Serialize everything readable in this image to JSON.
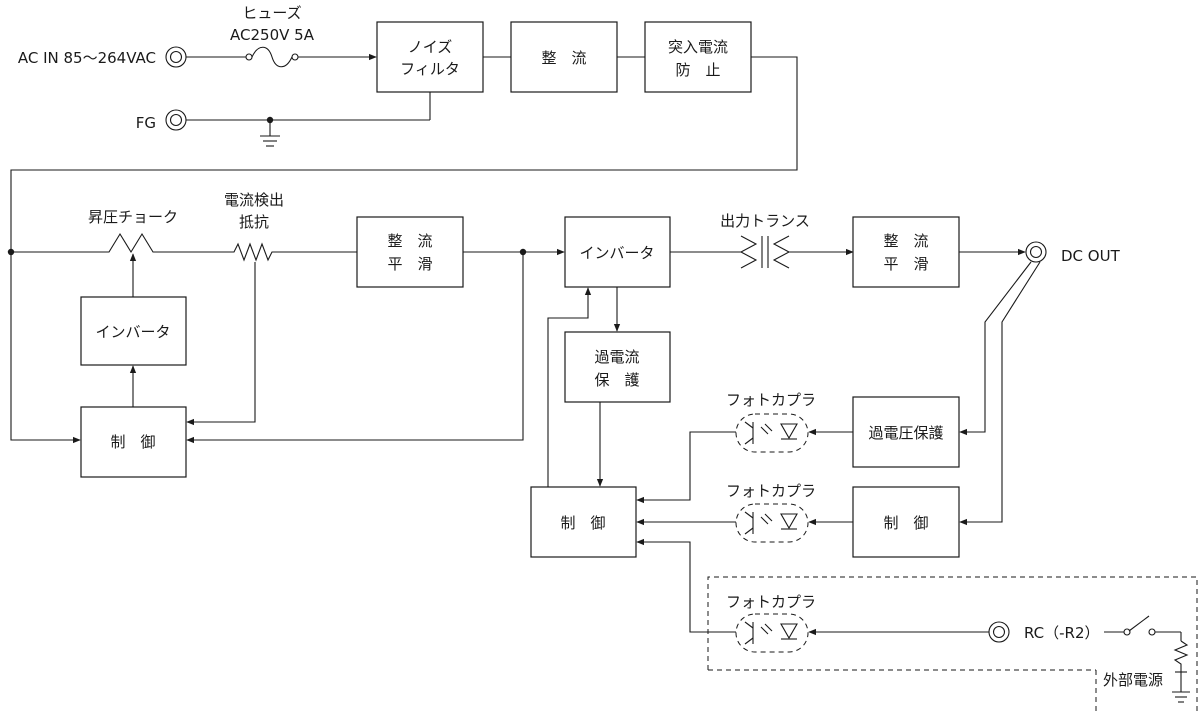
{
  "inputs": {
    "ac_in": "AC IN 85～264VAC",
    "fg": "FG"
  },
  "fuse": {
    "name": "ヒューズ",
    "rating": "AC250V 5A"
  },
  "blocks": {
    "noise_filter": [
      "ノイズ",
      "フィルタ"
    ],
    "rectifier_1": "整　流",
    "inrush_protection": [
      "突入電流",
      "防　止"
    ],
    "rectifier_smoothing_1": [
      "整　流",
      "平　滑"
    ],
    "booster_inverter": "インバータ",
    "control_1": "制　御",
    "main_inverter": "インバータ",
    "overcurrent_protection": [
      "過電流",
      "保　護"
    ],
    "control_2": "制　御",
    "rectifier_smoothing_2": [
      "整　流",
      "平　滑"
    ],
    "overvoltage_protection": "過電圧保護",
    "control_3": "制　御"
  },
  "labels": {
    "boost_choke": "昇圧チョーク",
    "current_detect_resistor": [
      "電流検出",
      "抵抗"
    ],
    "output_transformer": "出力トランス",
    "photocoupler_1": "フォトカプラ",
    "photocoupler_2": "フォトカプラ",
    "photocoupler_3": "フォトカプラ",
    "dc_out": "DC OUT",
    "rc": "RC（-R2）",
    "external_power": "外部電源"
  }
}
